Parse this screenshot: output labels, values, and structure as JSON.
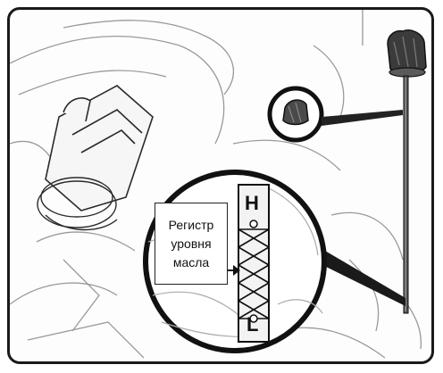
{
  "callout": {
    "line1": "Регистр",
    "line2": "уровня",
    "line3": "масла"
  },
  "dipstick": {
    "high_mark": "H",
    "low_mark": "L"
  }
}
